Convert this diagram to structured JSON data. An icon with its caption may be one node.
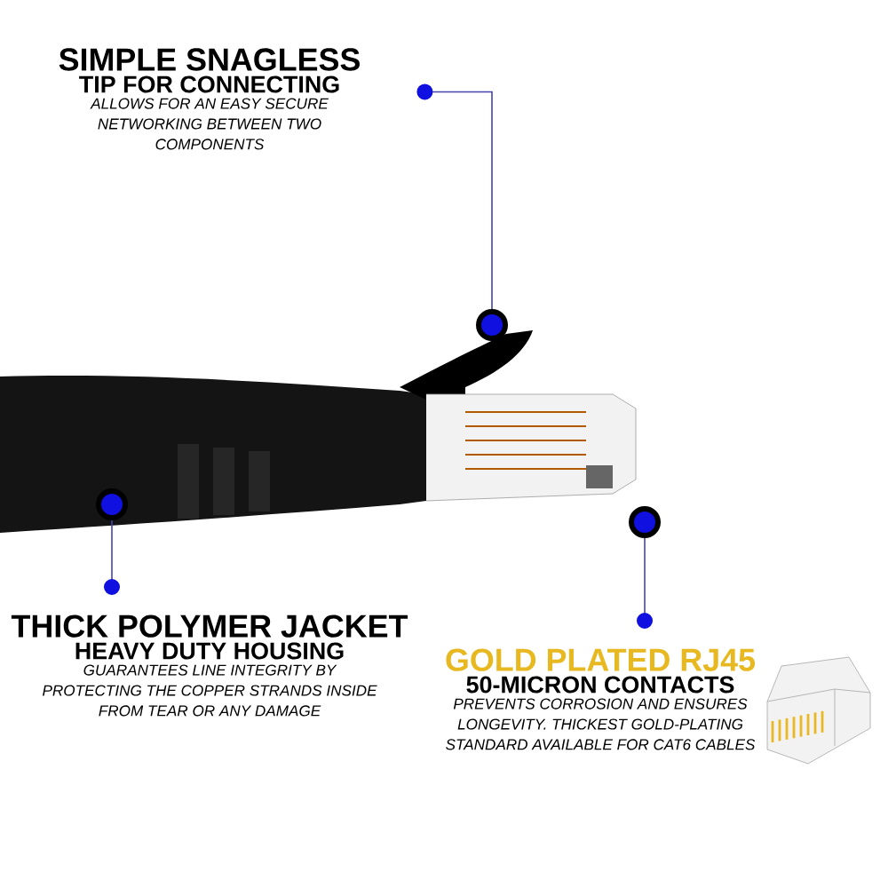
{
  "diagram": {
    "nodes": [
      {
        "text": [
          "SIMPLE SNAGLESS",
          "TIP FOR CONNECTING",
          "ALLOWS FOR AN EASY SECURE NETWORKING BETWEEN TWO COMPONENTS"
        ]
      },
      {
        "text": [],
        "shape": "circle"
      },
      {
        "text": [],
        "shape": "circle"
      },
      {
        "text": [
          "THICK POLYMER JACKET",
          "HEAVY DUTY HOUSING",
          "GUARANTEES LINE INTEGRITY BY PROTECTING THE COPPER STRANDS INSIDE FROM TEAR OR ANY DAMAGE"
        ]
      },
      {
        "text": [],
        "shape": "circle"
      },
      {
        "text": [
          "GOLD PLATED RJ45",
          "50-MICRON CONTACTS",
          "PREVENTS CORROSION AND ENSURES LONGEVITY. THICKEST GOLD-PLATING STANDARD AVAILABLE FOR CAT6 CABLES"
        ]
      }
    ],
    "edges": [
      {
        "from": 0,
        "to": 1,
        "arrow": "other"
      },
      {
        "from": 3,
        "to": 2,
        "arrow": "other"
      },
      {
        "from": 5,
        "to": 4,
        "arrow": "other"
      }
    ]
  }
}
